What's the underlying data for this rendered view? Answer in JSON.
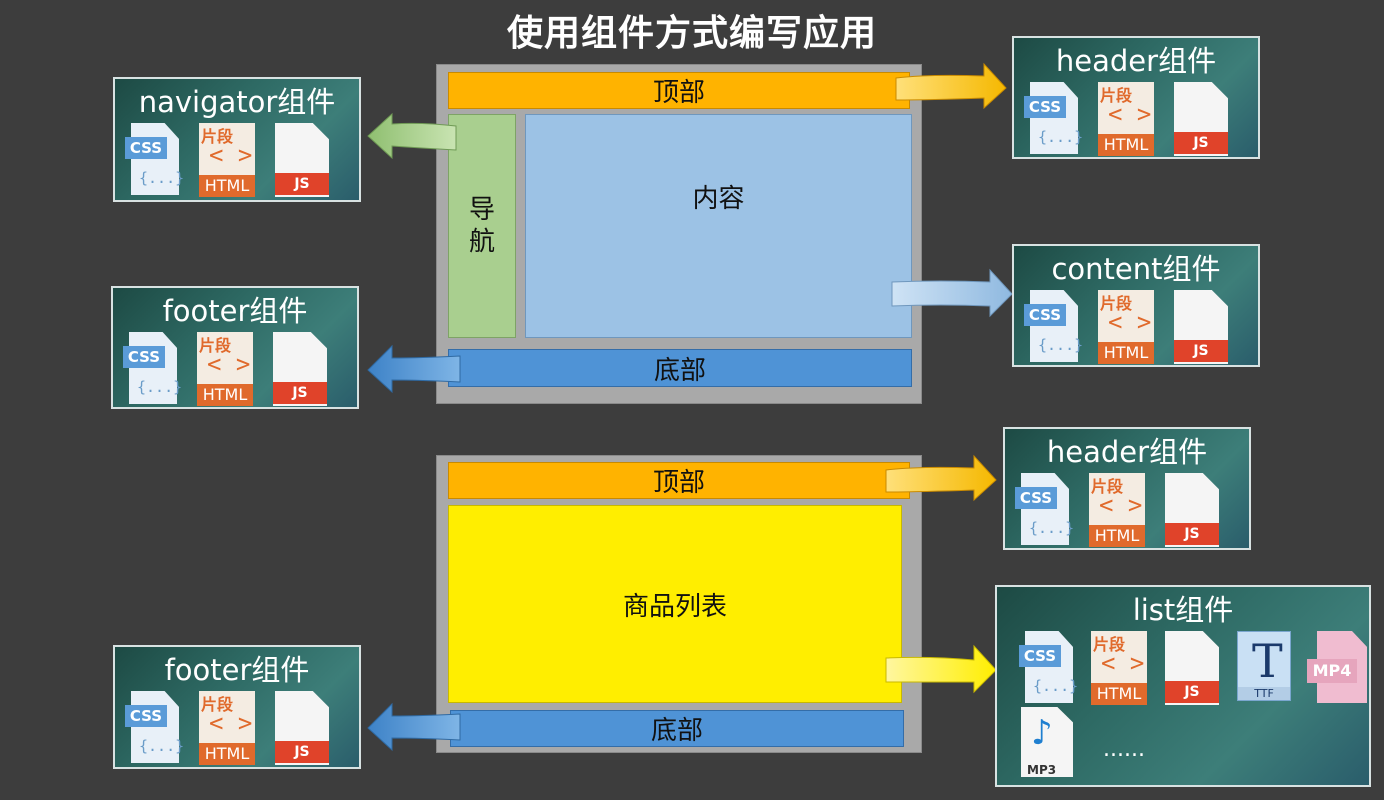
{
  "title": "使用组件方式编写应用",
  "layout1": {
    "top": "顶部",
    "nav": [
      "导",
      "航"
    ],
    "content": "内容",
    "bottom": "底部"
  },
  "layout2": {
    "top": "顶部",
    "list": "商品列表",
    "bottom": "底部"
  },
  "components": {
    "navigator": "navigator组件",
    "footer1": "footer组件",
    "header1": "header组件",
    "content": "content组件",
    "header2": "header组件",
    "footer2": "footer组件",
    "list": "list组件"
  },
  "file_icons": {
    "css_label": "CSS",
    "css_brace": "{...}",
    "html_cn": "片段",
    "html_angles": "< >",
    "html_label": "HTML",
    "js_label": "JS",
    "ttf_label": "TTF",
    "mp4_label": "MP4",
    "mp3_label": "MP3",
    "ellipsis": "......"
  },
  "colors": {
    "top": "#ffb300",
    "nav": "#a9cf8f",
    "content": "#9cc2e5",
    "bottom": "#4f93d6",
    "list": "#ffee00"
  }
}
